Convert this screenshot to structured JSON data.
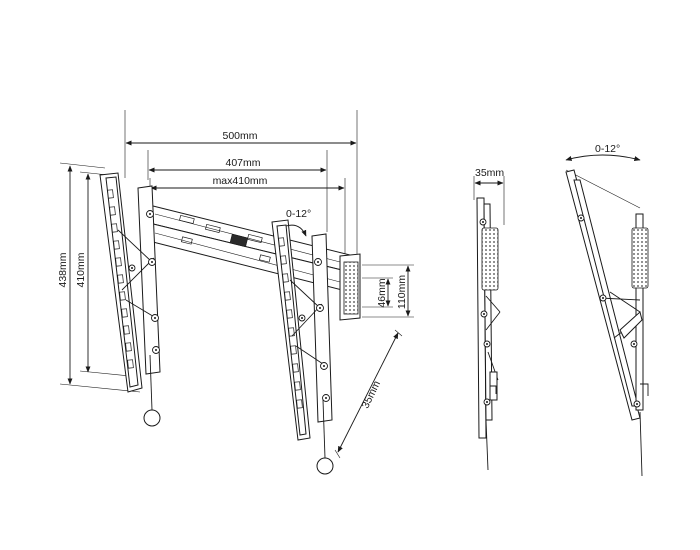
{
  "front_view": {
    "dimensions": {
      "overall_width": "500mm",
      "rail_width": "407mm",
      "max_width": "max410mm",
      "overall_height": "438mm",
      "rail_height": "410mm",
      "tilt": "0-12°",
      "bracket_depth": "46mm",
      "bracket_height": "110mm",
      "wall_depth": "35mm"
    }
  },
  "side_view_upright": {
    "dimensions": {
      "depth": "35mm"
    }
  },
  "side_view_tilted": {
    "dimensions": {
      "tilt": "0-12°"
    }
  },
  "colors": {
    "line": "#1a1a1a",
    "background": "#ffffff"
  }
}
